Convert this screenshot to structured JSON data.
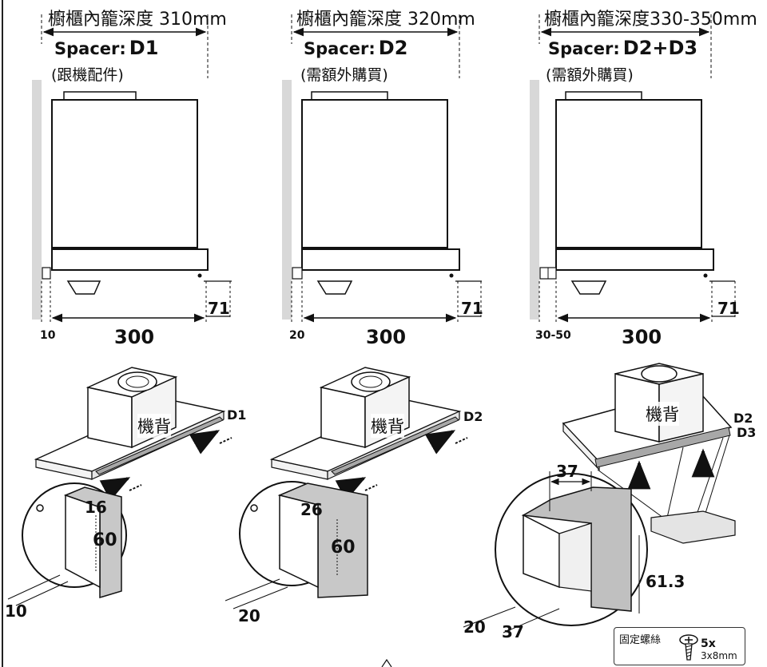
{
  "columns": [
    {
      "title": "櫥櫃內籠深度 310mm",
      "spacer_prefix": "Spacer:",
      "spacer_code": "D1",
      "note": "(跟機配件)",
      "gap": "10",
      "width": "300",
      "overhang": "71"
    },
    {
      "title": "櫥櫃內籠深度 320mm",
      "spacer_prefix": "Spacer:",
      "spacer_code": "D2",
      "note": "(需額外購買)",
      "gap": "20",
      "width": "300",
      "overhang": "71"
    },
    {
      "title": "櫥櫃內籠深度330-350mm",
      "spacer_prefix": "Spacer:",
      "spacer_code": "D2+D3",
      "note": "(需額外購買)",
      "gap": "30-50",
      "width": "300",
      "overhang": "71"
    }
  ],
  "iso_views": [
    {
      "back_label": "機背",
      "part_label": "D1",
      "detail": {
        "top": "16",
        "height": "60",
        "depth": "10"
      }
    },
    {
      "back_label": "機背",
      "part_label": "D2",
      "detail": {
        "top": "26",
        "height": "60",
        "depth": "20"
      }
    },
    {
      "back_label": "機背",
      "part_labels": [
        "D2",
        "D3"
      ],
      "detail": {
        "top": "37",
        "height": "61.3",
        "depth_a": "20",
        "depth_b": "37"
      }
    }
  ],
  "screws": {
    "label": "固定螺絲",
    "count": "5x",
    "size": "3x8mm"
  },
  "colors": {
    "line": "#111111",
    "wall": "#d8d8d8",
    "spacer": "#a8a8a8",
    "detail_fill": "#c8c8c8"
  }
}
